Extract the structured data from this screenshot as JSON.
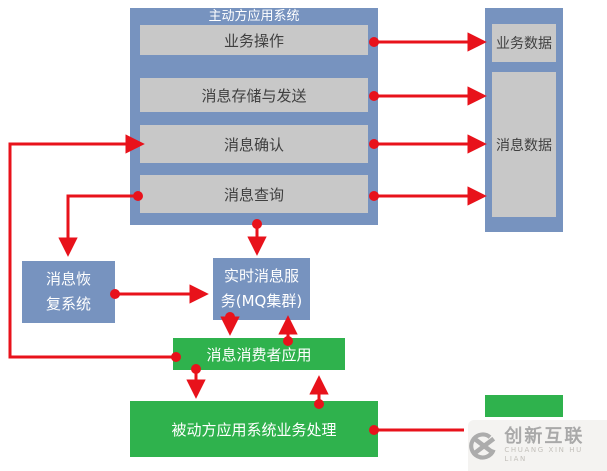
{
  "diagram": {
    "colors": {
      "container_blue": "#7793bf",
      "module_gray": "#c8c8c8",
      "green": "#2fb24d",
      "arrow_red": "#e8121b",
      "module_text": "#3f3f3f",
      "white_text": "#ffffff"
    },
    "active_system": {
      "title": "主动方应用系统",
      "modules": [
        "业务操作",
        "消息存储与发送",
        "消息确认",
        "消息查询"
      ]
    },
    "data_store": {
      "business_data": "业务数据",
      "message_data": "消息数据"
    },
    "recovery": {
      "line1": "消息恢",
      "line2": "复系统"
    },
    "mq": {
      "line1": "实时消息服",
      "line2": "务(MQ集群)"
    },
    "consumer": {
      "label": "消息消费者应用"
    },
    "passive": {
      "label": "被动方应用系统业务处理"
    }
  },
  "watermark": {
    "brand": "创新互联",
    "subtext": "CHUANG XIN HU LIAN",
    "icon": "cx-circle-x-icon"
  }
}
